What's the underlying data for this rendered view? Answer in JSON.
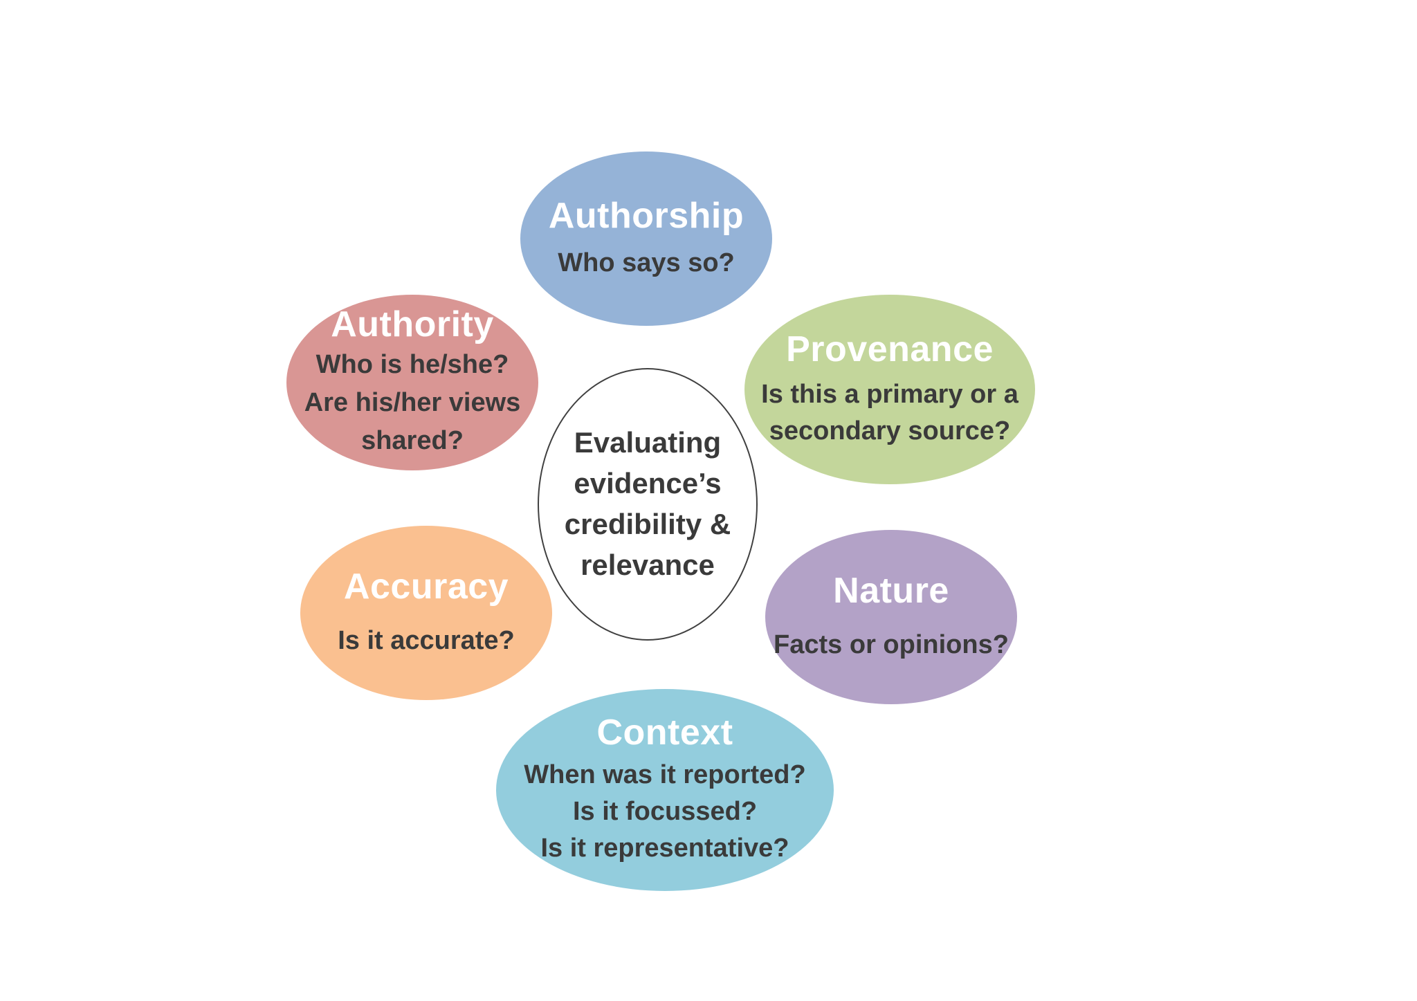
{
  "diagram": {
    "center": {
      "lines": [
        "Evaluating",
        "evidence’s",
        "credibility  &",
        "relevance"
      ]
    },
    "nodes": {
      "authorship": {
        "title": "Authorship",
        "lines": [
          "Who says so?"
        ],
        "color": "#95b3d7"
      },
      "authority": {
        "title": "Authority",
        "lines": [
          "Who is he/she?",
          "Are his/her views",
          "shared?"
        ],
        "color": "#d99694"
      },
      "provenance": {
        "title": "Provenance",
        "lines": [
          "Is this a primary or a",
          "secondary source?"
        ],
        "color": "#c3d69b"
      },
      "accuracy": {
        "title": "Accuracy",
        "lines": [
          "Is it accurate?"
        ],
        "color": "#fac090"
      },
      "nature": {
        "title": "Nature",
        "lines": [
          "Facts or opinions?"
        ],
        "color": "#b3a2c7"
      },
      "context": {
        "title": "Context",
        "lines": [
          "When was it reported?",
          "Is it focussed?",
          "Is it representative?"
        ],
        "color": "#93cddd"
      }
    }
  }
}
